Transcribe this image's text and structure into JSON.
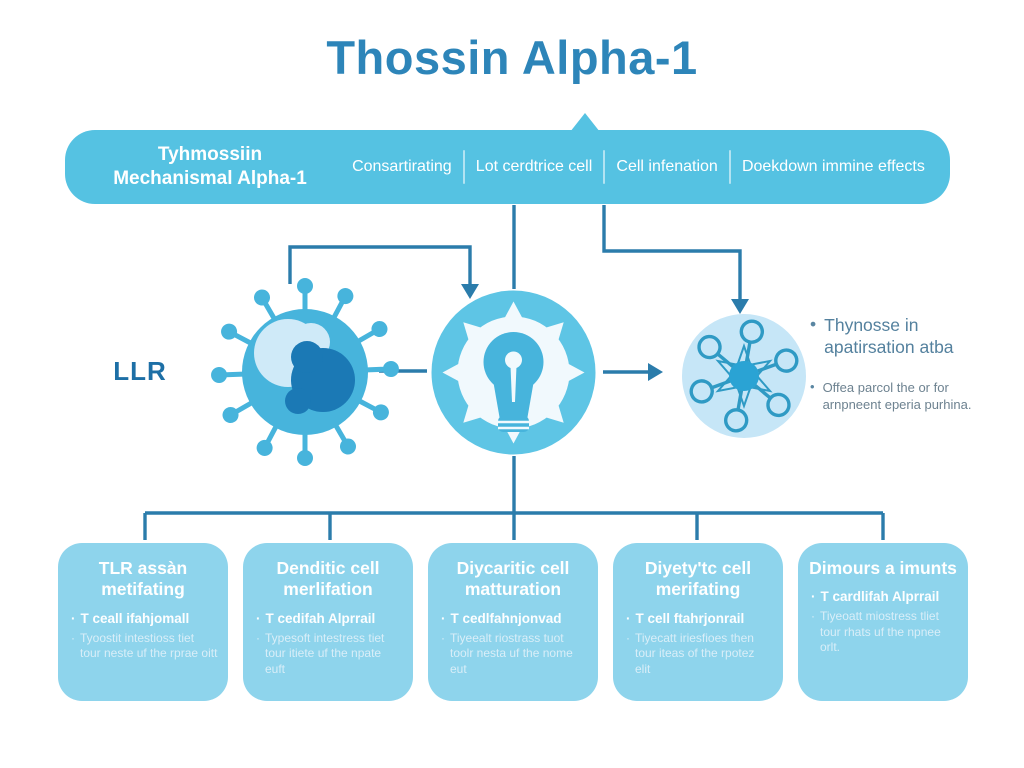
{
  "title": "Thossin Alpha-1",
  "glyphs": {
    "bullet": "•",
    "dot": "·"
  },
  "colors": {
    "title_blue": "#2d85b9",
    "bar_blue": "#55c2e2",
    "box_blue": "#8ed4ec",
    "connector_blue": "#2b7cab",
    "icon_blue": "#47b4dc",
    "icon_dark_blue": "#1b79b5",
    "icon_pale_blue": "#c6e6f7"
  },
  "header": {
    "title_line1": "Tyhmossiin",
    "title_line2": "Mechanismal Alpha-1",
    "items": [
      "Consartirating",
      "Lot cerdtrice cell",
      "Cell infenation",
      "Doekdown immine effects"
    ]
  },
  "diagram": {
    "left_label": "LLR",
    "icons": {
      "left": "cell-receptor-icon",
      "center": "lightbulb-idea-icon",
      "right": "molecule-network-icon"
    },
    "notes": [
      "Thynosse in apatirsation atba",
      "Offea parcol the or for arnpneent eperia purhina."
    ]
  },
  "boxes": [
    {
      "title": "TLR assàn metifating",
      "bullet1": "T ceall ifahjomall",
      "bullet2": "Tyoostit intestioss tiet tour neste uf the rprae oitt"
    },
    {
      "title": "Denditic cell merlifation",
      "bullet1": "T cedifah Alprrail",
      "bullet2": "Typesoft intestress tiet tour itiete uf the npate euft"
    },
    {
      "title": "Diycaritic cell matturation",
      "bullet1": "T cedlfahnjonvad",
      "bullet2": "Tiyeealt riostrass tuot toolr nesta uf the nome eut"
    },
    {
      "title": "Diyety'tc cell merifating",
      "bullet1": "T cell ftahrjonrail",
      "bullet2": "Tiyecatt iriesfioes then tour iteas of the rpotez elit"
    },
    {
      "title": "Dimours a imunts",
      "bullet1": "T cardlifah Alprrail",
      "bullet2": "Tiyeoatt miostress tliet tour rhats uf the npnee orlt."
    }
  ]
}
